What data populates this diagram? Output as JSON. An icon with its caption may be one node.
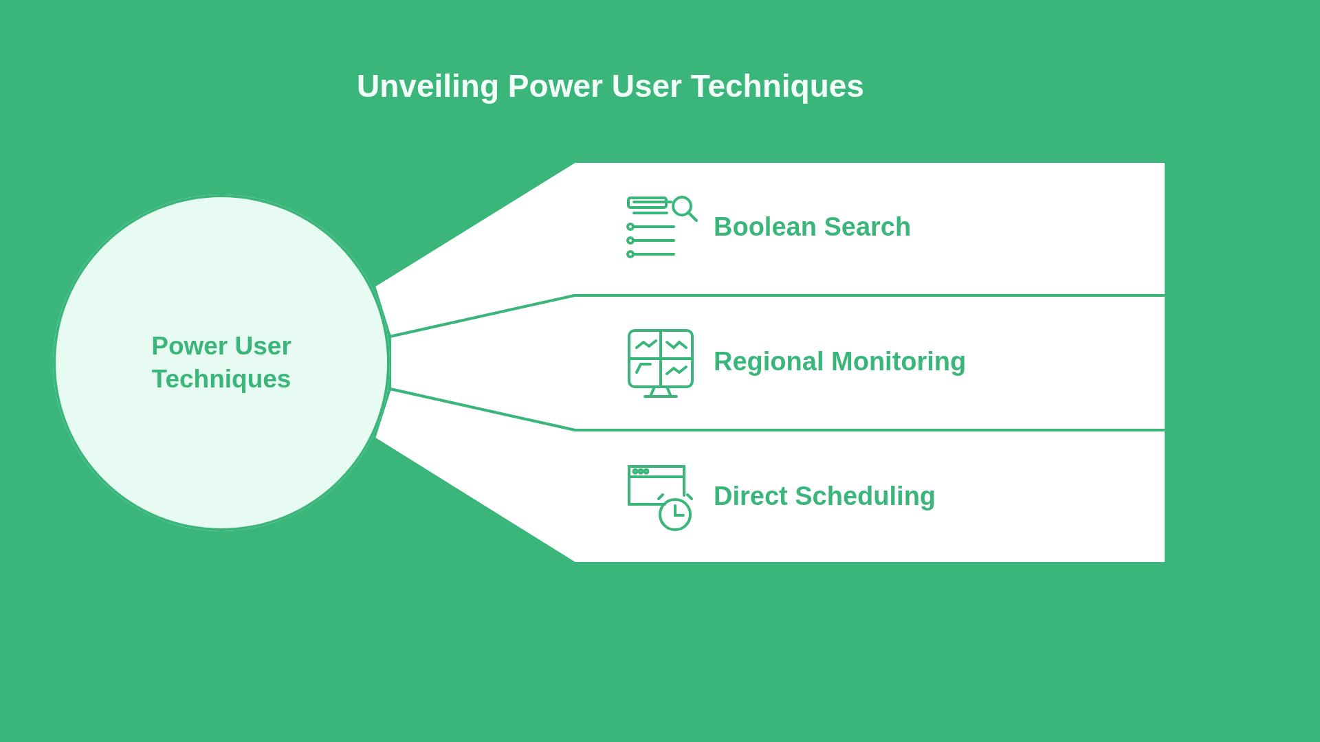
{
  "diagram": {
    "title": "Unveiling Power User Techniques",
    "nodes": [
      {
        "text": [
          "Power User Techniques"
        ]
      },
      {
        "text": [
          "Boolean Search"
        ]
      },
      {
        "text": [
          "Regional Monitoring"
        ]
      },
      {
        "text": [
          "Direct Scheduling"
        ]
      }
    ]
  }
}
